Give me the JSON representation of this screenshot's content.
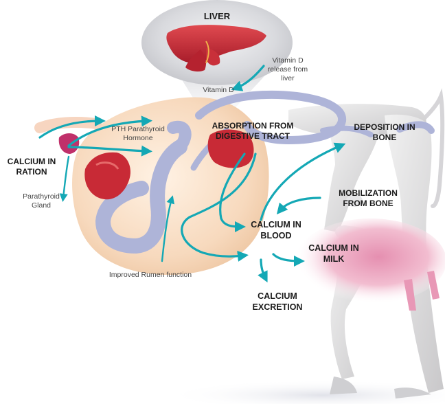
{
  "colors": {
    "arrow": "#14a8b5",
    "organ_red": "#c82a36",
    "vessel_blue": "#aeb4d8",
    "rumen": "#f9dcc1",
    "bone": "#dcdbdc",
    "udder": "#e7a4bd"
  },
  "labels": {
    "liver": "LIVER",
    "vitamin_d_release": "Vitamin D release from liver",
    "vitamin_d": "Vitamin D",
    "pth": "PTH Parathyroid Hormone",
    "absorption": "ABSORPTION FROM DIGESTIVE TRACT",
    "deposition": "DEPOSITION IN BONE",
    "calcium_in_ration": "CALCIUM IN RATION",
    "parathyroid_gland": "Parathyroid Gland",
    "mobilization": "MOBILIZATION FROM BONE",
    "calcium_in_blood": "CALCIUM IN BLOOD",
    "calcium_in_milk": "CALCIUM IN MILK",
    "improved_rumen": "Improved Rumen function",
    "calcium_excretion": "CALCIUM EXCRETION"
  }
}
